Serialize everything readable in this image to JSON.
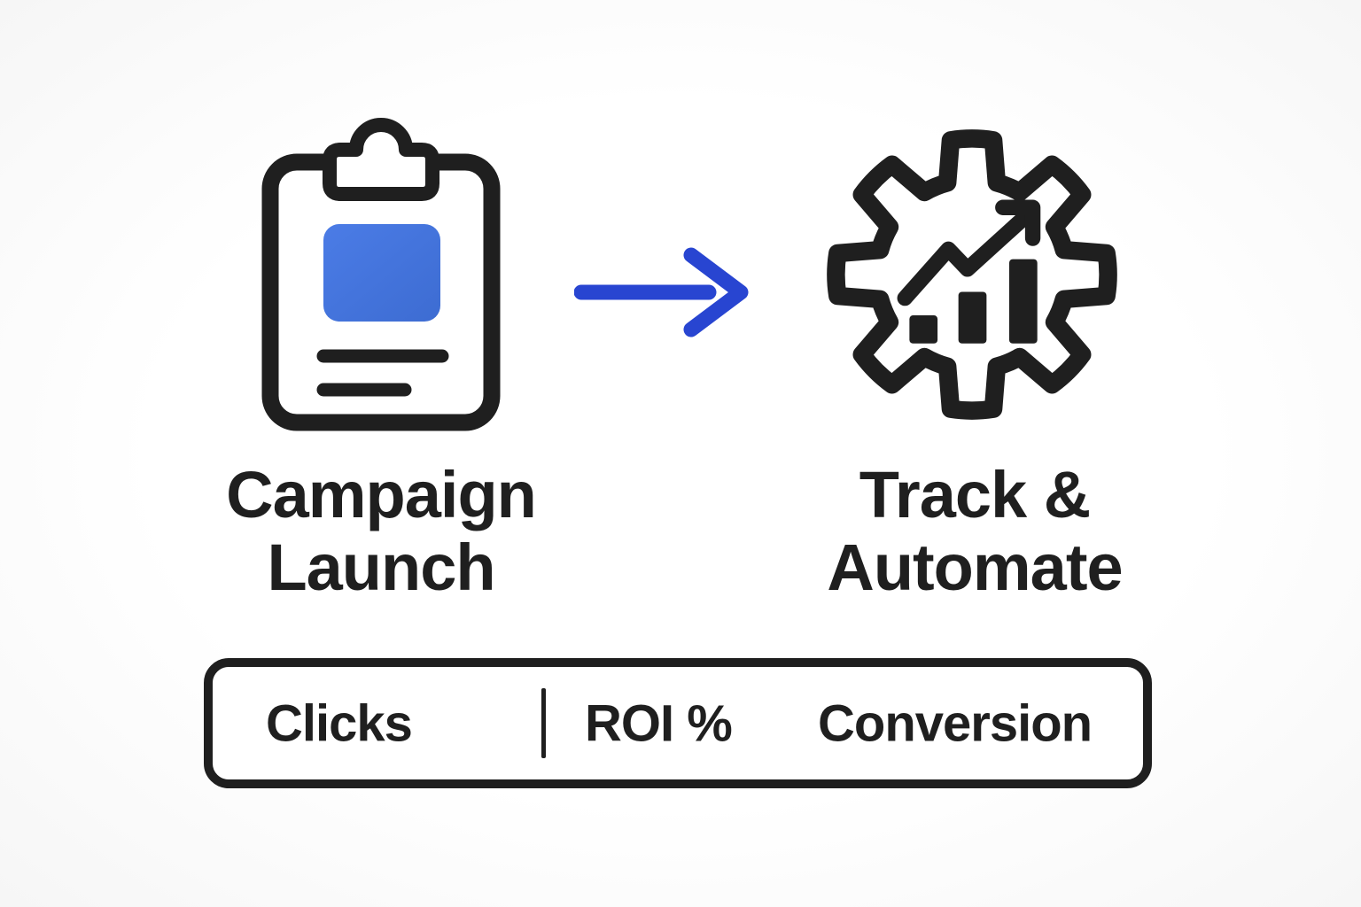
{
  "colors": {
    "ink": "#1f1f1f",
    "clipboard_blue": "#4374dc",
    "arrow_blue": "#2845d1",
    "background": "#fdfdfd"
  },
  "steps": [
    {
      "id": "campaign-launch",
      "icon": "clipboard-icon",
      "label": "Campaign Launch",
      "label_line1": "Campaign",
      "label_line2": "Launch"
    },
    {
      "id": "track-automate",
      "icon": "gear-chart-icon",
      "label": "Track & Automate",
      "label_line1": "Track &",
      "label_line2": "Automate"
    }
  ],
  "connector": {
    "icon": "arrow-right-icon",
    "direction": "right"
  },
  "metrics_bar": {
    "items": [
      "Clicks",
      "ROI %",
      "Conversion"
    ],
    "divider_after_index": 0
  }
}
